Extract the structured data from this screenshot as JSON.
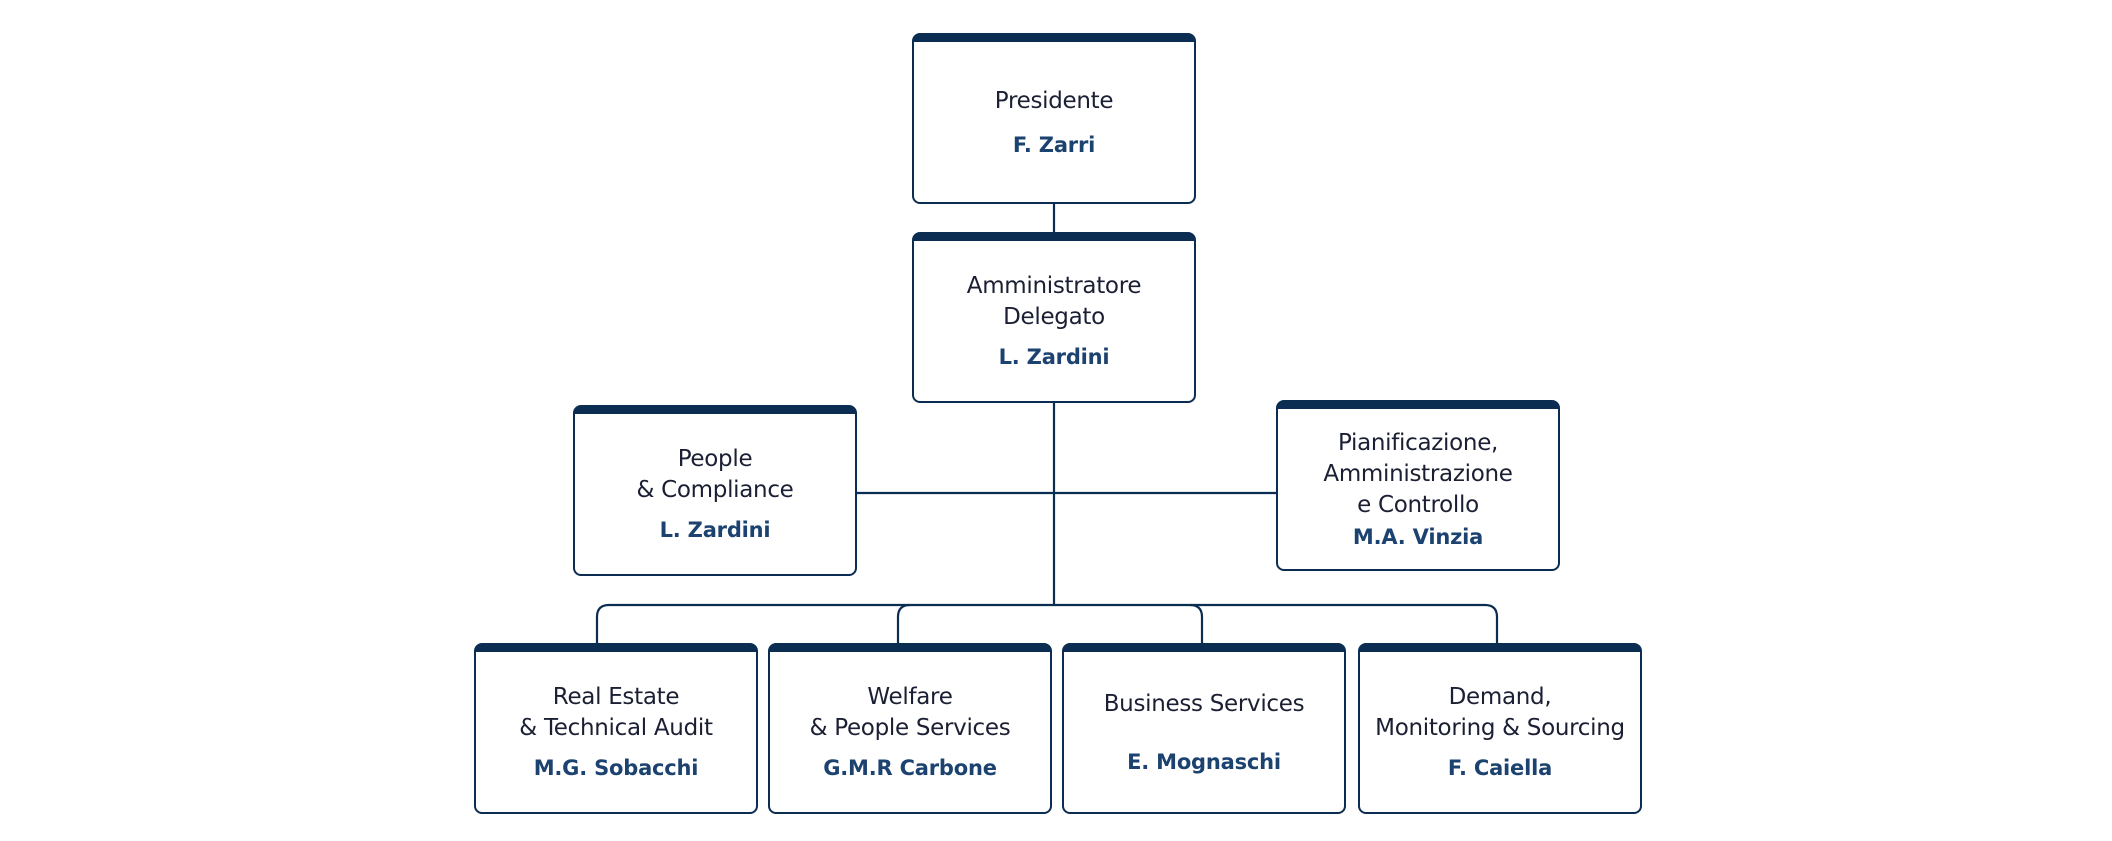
{
  "colors": {
    "accent": "#0b2d52",
    "role_text": "#1b1f33",
    "person_text": "#1c4270",
    "background": "#ffffff"
  },
  "nodes": {
    "presidente": {
      "role_lines": [
        "Presidente"
      ],
      "person": "F. Zarri"
    },
    "ad": {
      "role_lines": [
        "Amministratore",
        "Delegato"
      ],
      "person": "L. Zardini"
    },
    "people_compliance": {
      "role_lines": [
        "People",
        "& Compliance"
      ],
      "person": "L. Zardini"
    },
    "pianificazione": {
      "role_lines": [
        "Pianificazione,",
        "Amministrazione",
        "e Controllo"
      ],
      "person": "M.A. Vinzia"
    },
    "real_estate": {
      "role_lines": [
        "Real Estate",
        "& Technical Audit"
      ],
      "person": "M.G. Sobacchi"
    },
    "welfare": {
      "role_lines": [
        "Welfare",
        "& People Services"
      ],
      "person": "G.M.R Carbone"
    },
    "business_services": {
      "role_lines": [
        "Business Services"
      ],
      "person": "E. Mognaschi"
    },
    "demand": {
      "role_lines": [
        "Demand,",
        "Monitoring & Sourcing"
      ],
      "person": "F. Caiella"
    }
  },
  "hierarchy": {
    "root": "presidente",
    "children": {
      "presidente": [
        "ad"
      ],
      "ad": [
        "people_compliance",
        "pianificazione",
        "real_estate",
        "welfare",
        "business_services",
        "demand"
      ]
    },
    "staff_units": [
      "people_compliance",
      "pianificazione"
    ],
    "line_units": [
      "real_estate",
      "welfare",
      "business_services",
      "demand"
    ]
  }
}
